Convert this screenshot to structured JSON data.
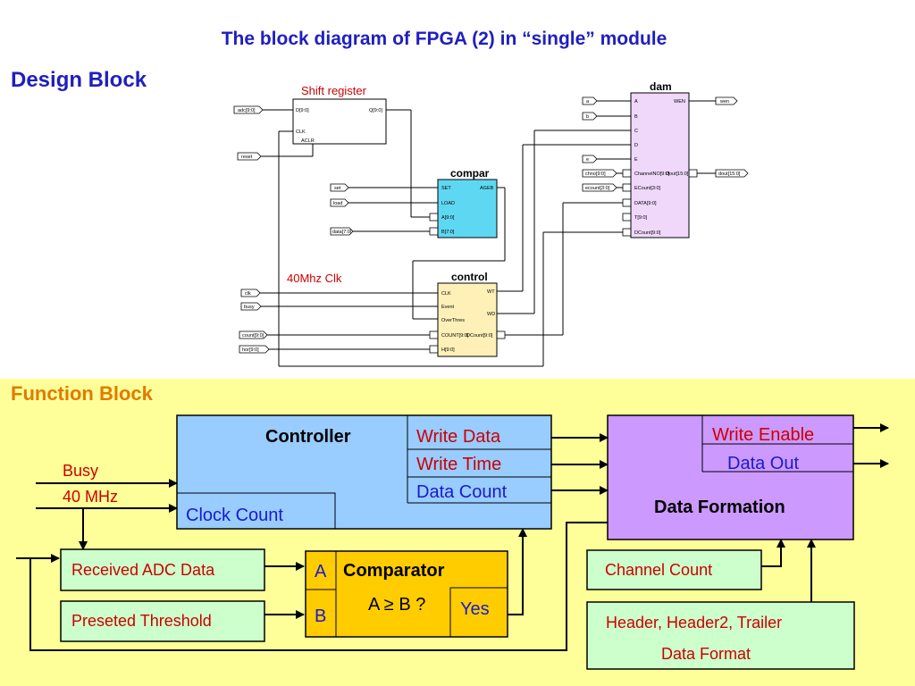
{
  "slide": {
    "title": "The block diagram of FPGA (2)  in “single” module",
    "design_heading": "Design Block",
    "function_heading": "Function Block"
  },
  "schematic": {
    "annotations": {
      "shift_register": "Shift register",
      "clock": "40Mhz Clk"
    },
    "inputs": {
      "adc": "adc[9:0]",
      "reset": "reset",
      "set": "set",
      "load": "load",
      "data": "data[7:0]",
      "clk": "clk",
      "busy": "busy",
      "count": "count[9:0]",
      "hor": "hor[9:0]",
      "a": "a",
      "b": "b",
      "e": "e",
      "chno": "chno[9:0]",
      "ecount": "ecount[3:0]"
    },
    "outputs": {
      "wen": "wen",
      "dout": "dout[15:0]"
    },
    "shift_register": {
      "d": "D[9:0]",
      "q": "Q[9:0]",
      "clk": "CLK",
      "aclr": "ACLR"
    },
    "compar": {
      "name": "compar",
      "set": "SET",
      "load": "LOAD",
      "a": "A[9:0]",
      "b": "B[7:0]",
      "ageb": "AGEB"
    },
    "control": {
      "name": "control",
      "clk": "CLK",
      "event": "Event",
      "overthres": "OverThres",
      "count": "COUNT[9:0]",
      "h": "H[9:0]",
      "wt": "WT",
      "wd": "WD",
      "dcount": "DCount[9:0]"
    },
    "dam": {
      "name": "dam",
      "a": "A",
      "b": "B",
      "c": "C",
      "d": "D",
      "e": "E",
      "channel": "ChannelNO[9:0]",
      "ecount": "ECount[3:0]",
      "data": "DATA[9:0]",
      "t": "T[9:0]",
      "dcount": "DCount[9:0]",
      "wen": "WEN",
      "dout": "Dout[15:0]"
    },
    "colors": {
      "compar": "#5ed8f2",
      "control": "#fff0b8",
      "dam": "#efd8fa"
    }
  },
  "function": {
    "controller": {
      "title": "Controller",
      "write_data": "Write Data",
      "write_time": "Write Time",
      "data_count": "Data Count",
      "clock_count": "Clock Count"
    },
    "inputs": {
      "busy": "Busy",
      "mhz": "40 MHz"
    },
    "received_adc": "Received ADC Data",
    "preseted_threshold": "Preseted Threshold",
    "comparator": {
      "a": "A",
      "b": "B",
      "title": "Comparator",
      "expr": "A ≥ B ?",
      "yes": "Yes"
    },
    "formation": {
      "write_enable": "Write Enable",
      "data_out": "Data Out",
      "title": "Data Formation"
    },
    "channel_count": "Channel Count",
    "header": {
      "line1": "Header, Header2, Trailer",
      "line2": "Data Format"
    },
    "colors": {
      "panel": "#ffff99",
      "controller": "#99ccff",
      "formation": "#cc99ff",
      "green": "#ccffcc",
      "comparator": "#ffcc00",
      "red": "#cc0000",
      "blue": "#1a1acc"
    }
  }
}
